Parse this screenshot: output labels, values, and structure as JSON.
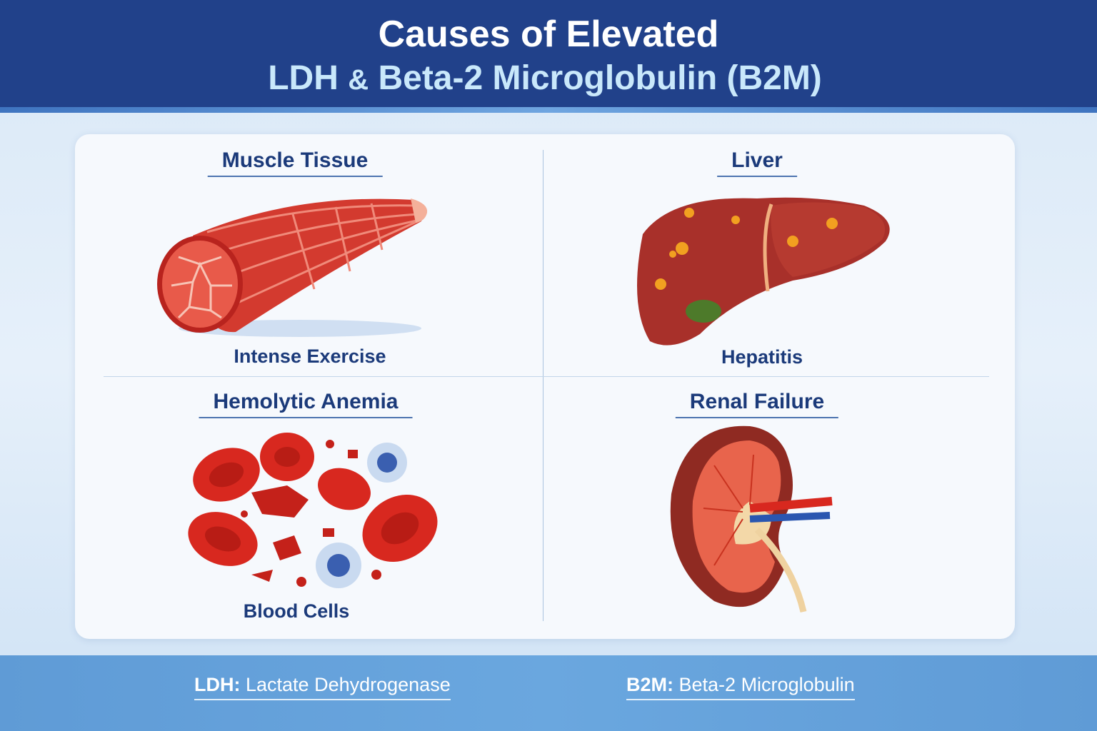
{
  "header": {
    "title_line1": "Causes of Elevated",
    "title_line2_a": "LDH",
    "title_line2_amp": "&",
    "title_line2_b": "Beta-2 Microglobulin (B2M)"
  },
  "quadrants": [
    {
      "title": "Muscle Tissue",
      "caption": "Intense Exercise",
      "icon": "muscle-icon"
    },
    {
      "title": "Liver",
      "caption": "Hepatitis",
      "icon": "liver-icon"
    },
    {
      "title": "Hemolytic Anemia",
      "caption": "Blood Cells",
      "icon": "blood-cells-icon"
    },
    {
      "title": "Renal Failure",
      "icon": "kidney-icon"
    }
  ],
  "footer": {
    "ldh_abbr": "LDH:",
    "ldh_full": "Lactate Dehydrogenase",
    "b2m_abbr": "B2M:",
    "b2m_full": "Beta-2 Microglobulin"
  },
  "colors": {
    "header": "#21418a",
    "title_text": "#1b3a7a",
    "footer": "#62a0d8",
    "organ_red": "#d9342b"
  }
}
